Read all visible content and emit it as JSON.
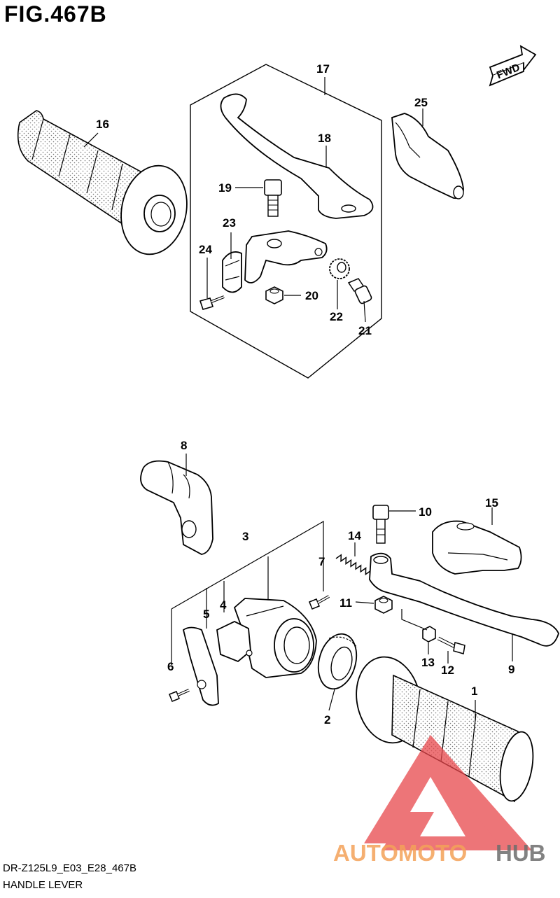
{
  "figure": {
    "title": "FIG.467B",
    "code": "DR-Z125L9_E03_E28_467B",
    "name": "HANDLE LEVER",
    "direction_badge": "FWD"
  },
  "watermark": {
    "part1": "AUTOMOTO",
    "part2": "HUB",
    "color_primary": "#f4a259",
    "color_secondary": "#6d6d6d",
    "logo_color": "#e8474c"
  },
  "callouts": [
    "1",
    "2",
    "3",
    "4",
    "5",
    "6",
    "7",
    "8",
    "9",
    "10",
    "11",
    "12",
    "13",
    "14",
    "15",
    "16",
    "17",
    "18",
    "19",
    "20",
    "21",
    "22",
    "23",
    "24",
    "25"
  ],
  "parts": [
    {
      "id": "1",
      "icon": "right-grip-icon"
    },
    {
      "id": "2",
      "icon": "throttle-cable-drum-icon"
    },
    {
      "id": "3",
      "icon": "throttle-housing-set-icon"
    },
    {
      "id": "4",
      "icon": "throttle-housing-inner-icon"
    },
    {
      "id": "5",
      "icon": "throttle-cover-icon"
    },
    {
      "id": "6",
      "icon": "screw-icon"
    },
    {
      "id": "7",
      "icon": "screw-icon"
    },
    {
      "id": "8",
      "icon": "boot-cover-icon"
    },
    {
      "id": "9",
      "icon": "brake-lever-icon"
    },
    {
      "id": "10",
      "icon": "pivot-bolt-icon"
    },
    {
      "id": "11",
      "icon": "nut-icon"
    },
    {
      "id": "12",
      "icon": "screw-icon"
    },
    {
      "id": "13",
      "icon": "nut-icon"
    },
    {
      "id": "14",
      "icon": "spring-icon"
    },
    {
      "id": "15",
      "icon": "lever-cover-icon"
    },
    {
      "id": "16",
      "icon": "left-grip-icon"
    },
    {
      "id": "17",
      "icon": "clutch-lever-assy-icon"
    },
    {
      "id": "18",
      "icon": "clutch-lever-icon"
    },
    {
      "id": "19",
      "icon": "pivot-bolt-icon"
    },
    {
      "id": "20",
      "icon": "nut-icon"
    },
    {
      "id": "21",
      "icon": "adjuster-bolt-icon"
    },
    {
      "id": "22",
      "icon": "lock-nut-icon"
    },
    {
      "id": "23",
      "icon": "holder-clamp-icon"
    },
    {
      "id": "24",
      "icon": "screw-icon"
    },
    {
      "id": "25",
      "icon": "lever-cover-icon"
    }
  ]
}
